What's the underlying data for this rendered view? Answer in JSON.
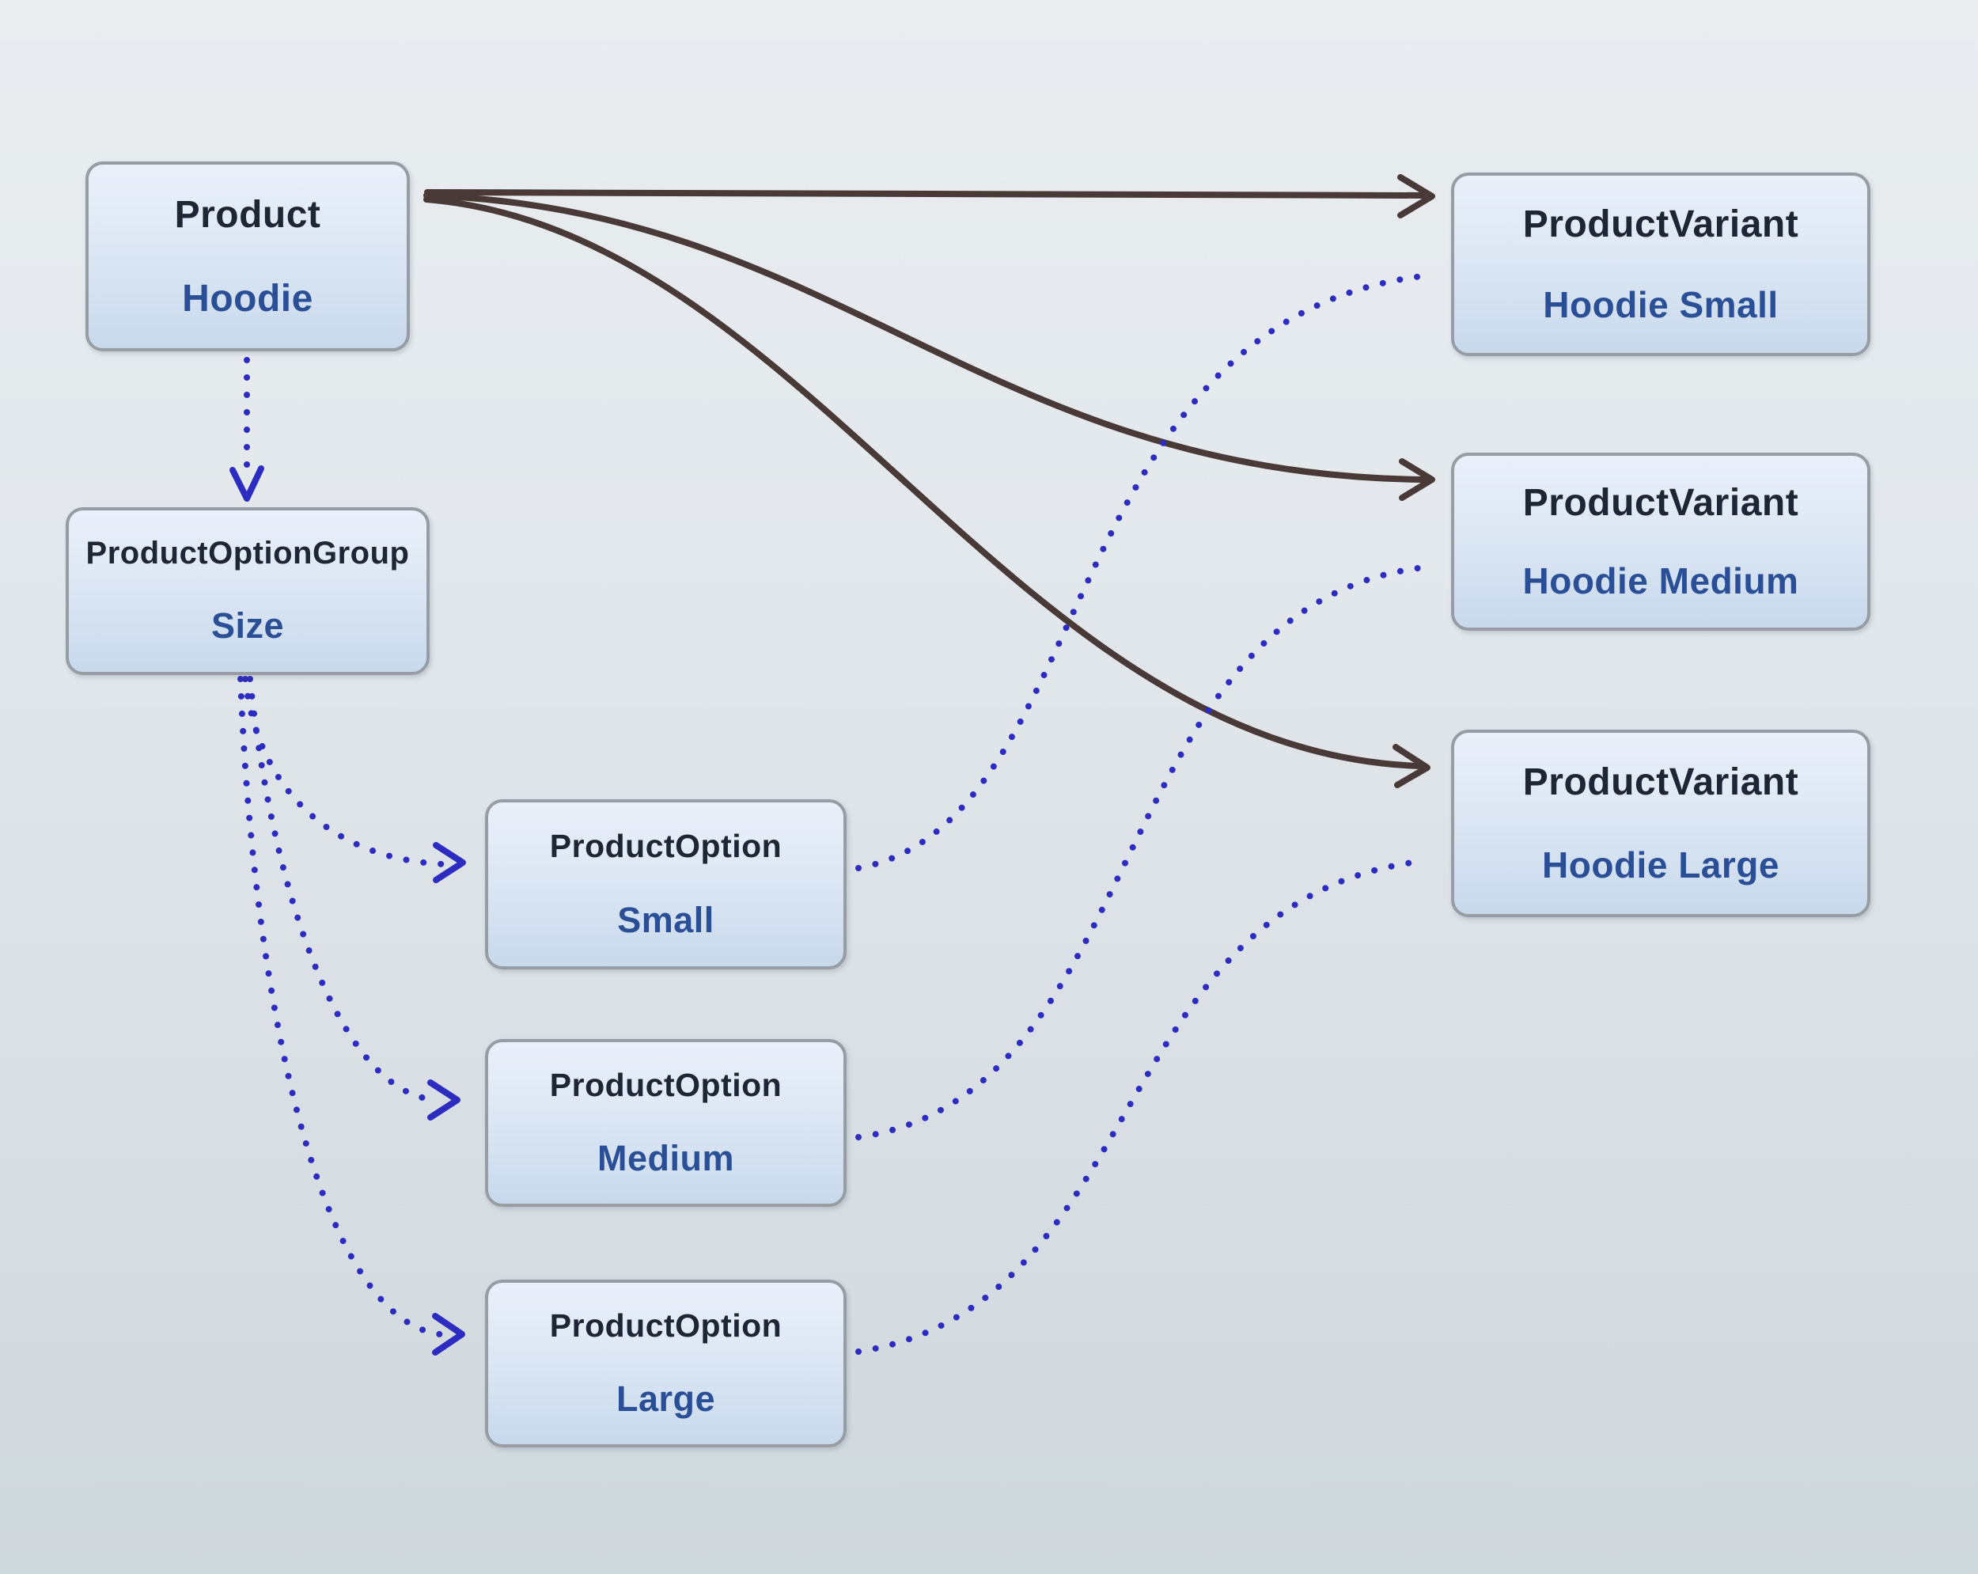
{
  "diagram": {
    "colors": {
      "background_top": "#e9edf0",
      "background_bottom": "#cfd8dd",
      "node_fill_top": "#eaf0fa",
      "node_fill_bottom": "#c8d9ec",
      "node_border": "#969da4",
      "title_text": "#1e2636",
      "value_text": "#2a4f96",
      "solid_edge": "#4a3a37",
      "dotted_edge": "#2c2cc0"
    },
    "nodes": [
      {
        "id": "product",
        "type": "Product",
        "label": "Hoodie"
      },
      {
        "id": "option-group-size",
        "type": "ProductOptionGroup",
        "label": "Size"
      },
      {
        "id": "option-small",
        "type": "ProductOption",
        "label": "Small"
      },
      {
        "id": "option-medium",
        "type": "ProductOption",
        "label": "Medium"
      },
      {
        "id": "option-large",
        "type": "ProductOption",
        "label": "Large"
      },
      {
        "id": "variant-small",
        "type": "ProductVariant",
        "label": "Hoodie Small"
      },
      {
        "id": "variant-medium",
        "type": "ProductVariant",
        "label": "Hoodie Medium"
      },
      {
        "id": "variant-large",
        "type": "ProductVariant",
        "label": "Hoodie Large"
      }
    ],
    "edges": [
      {
        "from": "product",
        "to": "variant-small",
        "style": "solid"
      },
      {
        "from": "product",
        "to": "variant-medium",
        "style": "solid"
      },
      {
        "from": "product",
        "to": "variant-large",
        "style": "solid"
      },
      {
        "from": "product",
        "to": "option-group-size",
        "style": "dotted"
      },
      {
        "from": "option-group-size",
        "to": "option-small",
        "style": "dotted"
      },
      {
        "from": "option-group-size",
        "to": "option-medium",
        "style": "dotted"
      },
      {
        "from": "option-group-size",
        "to": "option-large",
        "style": "dotted"
      },
      {
        "from": "option-small",
        "to": "variant-small",
        "style": "dotted"
      },
      {
        "from": "option-medium",
        "to": "variant-medium",
        "style": "dotted"
      },
      {
        "from": "option-large",
        "to": "variant-large",
        "style": "dotted"
      }
    ]
  }
}
